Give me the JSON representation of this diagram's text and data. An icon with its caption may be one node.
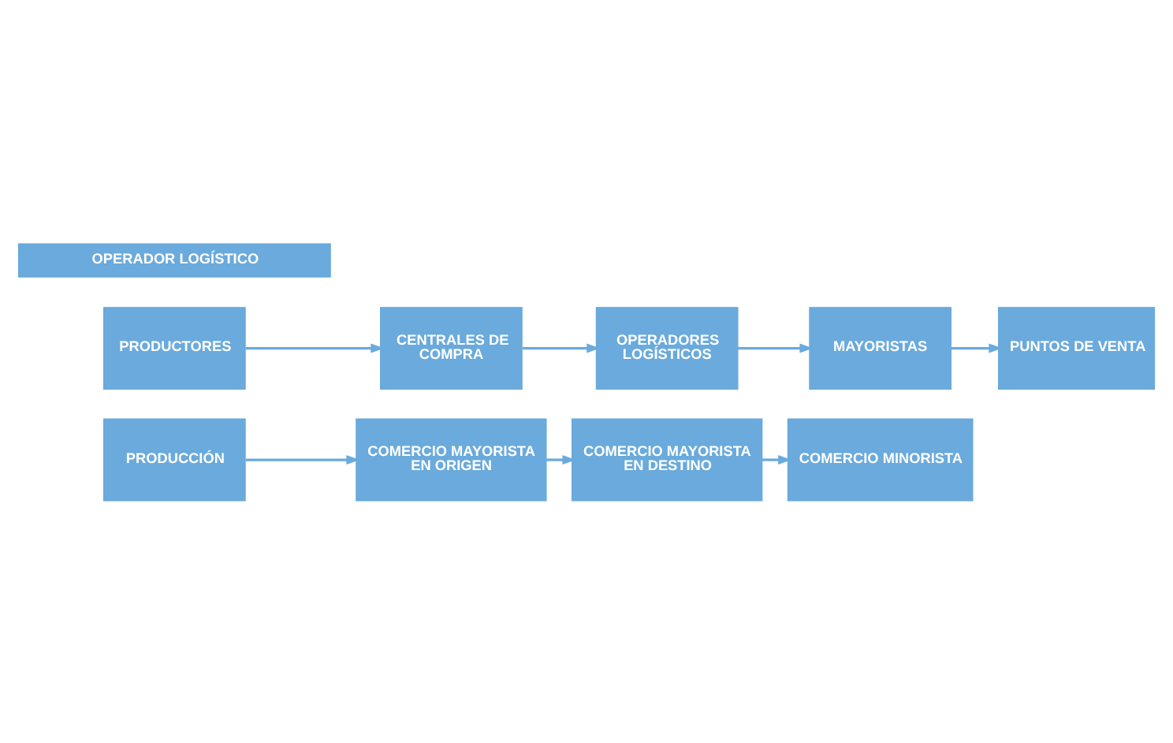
{
  "diagram": {
    "nodes": [
      {
        "text": [
          "PRODUCCIÓN"
        ]
      },
      {
        "text": [
          "COMERCIO MAYORISTA EN ORIGEN"
        ]
      },
      {
        "text": [
          "COMERCIO MAYORISTA EN DESTINO"
        ]
      },
      {
        "text": [
          "COMERCIO MINORISTA"
        ]
      },
      {
        "text": [
          "OPERADORES LOGÍSTICOS"
        ]
      },
      {
        "text": [
          "CENTRALES DE COMPRA"
        ]
      },
      {
        "text": [
          "MAYORISTAS"
        ]
      },
      {
        "text": [
          "PRODUCTORES"
        ]
      },
      {
        "text": [
          "OPERADOR LOGÍSTICO"
        ]
      },
      {
        "text": [
          "PUNTOS DE VENTA"
        ]
      }
    ],
    "edges": [
      {
        "from": 0,
        "to": 1,
        "arrow": "to"
      },
      {
        "from": 1,
        "to": 2,
        "arrow": "to"
      },
      {
        "from": 2,
        "to": 3,
        "arrow": "to"
      },
      {
        "from": 7,
        "to": 5,
        "arrow": "to"
      },
      {
        "from": 5,
        "to": 4,
        "arrow": "to"
      },
      {
        "from": 4,
        "to": 6,
        "arrow": "to"
      },
      {
        "from": 6,
        "to": 9,
        "arrow": "to"
      }
    ]
  }
}
